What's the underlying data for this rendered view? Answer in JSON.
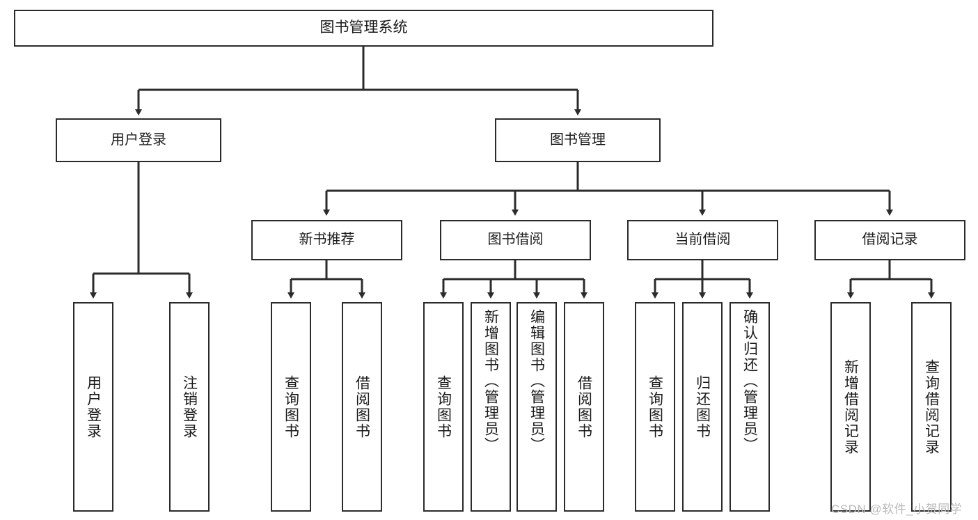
{
  "diagram": {
    "title": "图书管理系统",
    "type": "tree-hierarchy-chart",
    "watermark": "CSDN @软件_小贺同学",
    "colors": {
      "stroke": "#2b2b2b",
      "fill": "#ffffff",
      "text": "#1a1a1a",
      "watermark": "#b9b9b9"
    },
    "nodes": {
      "root": {
        "label": "图书管理系统",
        "level": 1
      },
      "user_login": {
        "label": "用户登录",
        "level": 2
      },
      "book_manage": {
        "label": "图书管理",
        "level": 2
      },
      "new_book_rec": {
        "label": "新书推荐",
        "level": 3
      },
      "book_borrow": {
        "label": "图书借阅",
        "level": 3
      },
      "current_borrow": {
        "label": "当前借阅",
        "level": 3
      },
      "borrow_record": {
        "label": "借阅记录",
        "level": 3
      },
      "leaf_user_login": {
        "label": "用户登录",
        "level": 3
      },
      "leaf_logout": {
        "label": "注销登录",
        "level": 3
      },
      "leaf_query_book_1": {
        "label": "查询图书",
        "level": 4
      },
      "leaf_borrow_book_1": {
        "label": "借阅图书",
        "level": 4
      },
      "leaf_query_book_2": {
        "label": "查询图书",
        "level": 4
      },
      "leaf_add_book": {
        "label": "新增图书（管理员）",
        "level": 4
      },
      "leaf_edit_book": {
        "label": "编辑图书（管理员）",
        "level": 4
      },
      "leaf_borrow_book_2": {
        "label": "借阅图书",
        "level": 4
      },
      "leaf_query_book_3": {
        "label": "查询图书",
        "level": 4
      },
      "leaf_return_book": {
        "label": "归还图书",
        "level": 4
      },
      "leaf_confirm_return": {
        "label": "确认归还（管理员）",
        "level": 4
      },
      "leaf_add_record": {
        "label": "新增借阅记录",
        "level": 4
      },
      "leaf_query_record": {
        "label": "查询借阅记录",
        "level": 4
      }
    },
    "edges": [
      {
        "from": "root",
        "to": "user_login"
      },
      {
        "from": "root",
        "to": "book_manage"
      },
      {
        "from": "user_login",
        "to": "leaf_user_login"
      },
      {
        "from": "user_login",
        "to": "leaf_logout"
      },
      {
        "from": "book_manage",
        "to": "new_book_rec"
      },
      {
        "from": "book_manage",
        "to": "book_borrow"
      },
      {
        "from": "book_manage",
        "to": "current_borrow"
      },
      {
        "from": "book_manage",
        "to": "borrow_record"
      },
      {
        "from": "new_book_rec",
        "to": "leaf_query_book_1"
      },
      {
        "from": "new_book_rec",
        "to": "leaf_borrow_book_1"
      },
      {
        "from": "book_borrow",
        "to": "leaf_query_book_2"
      },
      {
        "from": "book_borrow",
        "to": "leaf_add_book"
      },
      {
        "from": "book_borrow",
        "to": "leaf_edit_book"
      },
      {
        "from": "book_borrow",
        "to": "leaf_borrow_book_2"
      },
      {
        "from": "current_borrow",
        "to": "leaf_query_book_3"
      },
      {
        "from": "current_borrow",
        "to": "leaf_return_book"
      },
      {
        "from": "current_borrow",
        "to": "leaf_confirm_return"
      },
      {
        "from": "borrow_record",
        "to": "leaf_add_record"
      },
      {
        "from": "borrow_record",
        "to": "leaf_query_record"
      }
    ]
  }
}
